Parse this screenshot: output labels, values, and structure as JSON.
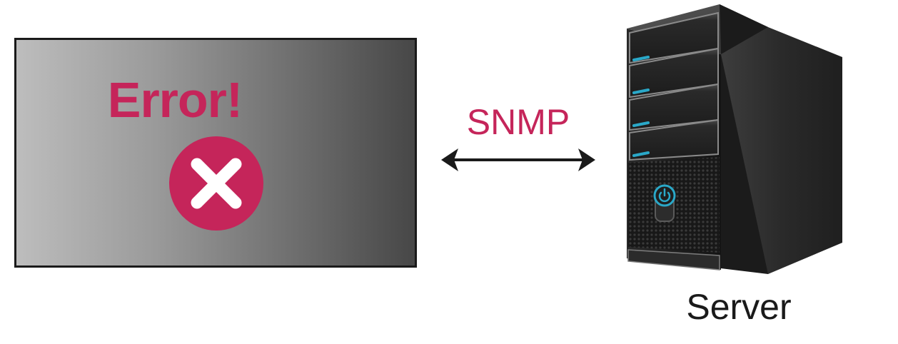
{
  "display": {
    "error_text": "Error!",
    "error_icon": "close-x-icon",
    "accent_color": "#c5255a"
  },
  "link": {
    "protocol": "SNMP",
    "direction": "bidirectional"
  },
  "server": {
    "label": "Server",
    "icon": "server-tower-icon",
    "power_icon": "power-icon"
  }
}
